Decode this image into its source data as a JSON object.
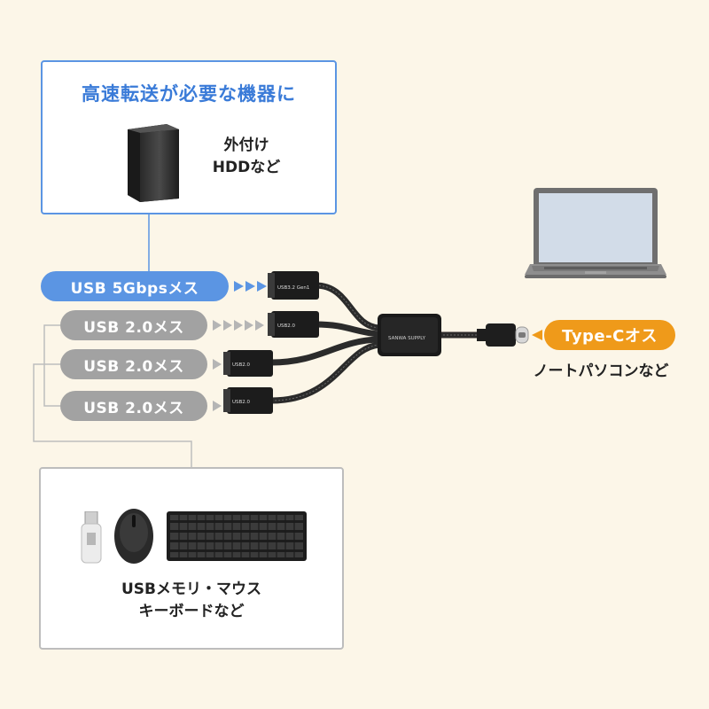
{
  "top_box": {
    "title": "高速転送が必要な機器に",
    "device_caption_line1": "外付け",
    "device_caption_line2": "HDDなど"
  },
  "ports": [
    {
      "label": "USB 5Gbpsメス",
      "connector_text": "USB3.2 Gen1",
      "color": "#5b95e3"
    },
    {
      "label": "USB 2.0メス",
      "connector_text": "USB2.0",
      "color": "#a2a2a2"
    },
    {
      "label": "USB 2.0メス",
      "connector_text": "USB2.0",
      "color": "#a2a2a2"
    },
    {
      "label": "USB 2.0メス",
      "connector_text": "USB2.0",
      "color": "#a2a2a2"
    }
  ],
  "hub_brand": "SANWA SUPPLY",
  "typec": {
    "label": "Type-Cオス",
    "caption": "ノートパソコンなど",
    "color": "#ef9a1a"
  },
  "bottom_box": {
    "caption_line1": "USBメモリ・マウス",
    "caption_line2": "キーボードなど"
  },
  "colors": {
    "blue": "#5b95e3",
    "gray": "#a2a2a2",
    "orange": "#ef9a1a",
    "background": "#fcf6e8"
  }
}
